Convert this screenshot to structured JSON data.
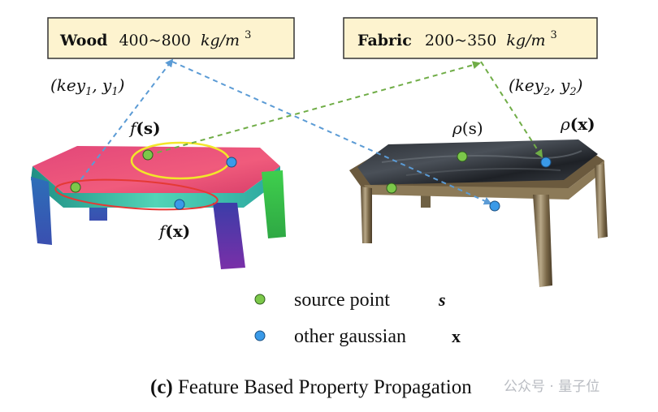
{
  "boxes": {
    "wood": {
      "name": "Wood",
      "range": "400~800",
      "unit": "kg/m",
      "exp": "3"
    },
    "fabric": {
      "name": "Fabric",
      "range": "200~350",
      "unit": "kg/m",
      "exp": "3"
    }
  },
  "labels": {
    "key1": {
      "open": "(key",
      "sub": "1",
      "mid": ", y",
      "sub2": "1",
      "close": ")"
    },
    "key2": {
      "open": "(key",
      "sub": "2",
      "mid": ", y",
      "sub2": "2",
      "close": ")"
    },
    "f_s": {
      "fn": "f",
      "arg": "(s)"
    },
    "f_x": {
      "fn": "f",
      "arg": "(x)"
    },
    "rho_s": {
      "fn": "ρ",
      "arg": "(s)"
    },
    "rho_x": {
      "fn": "ρ",
      "arg": "(x)"
    }
  },
  "legend": {
    "source": {
      "text": "source point",
      "sym": "s"
    },
    "other": {
      "text": "other gaussian",
      "sym": "x"
    }
  },
  "caption": {
    "prefix": "(c)",
    "text": " Feature Based Property Propagation"
  },
  "watermark": {
    "text": "公众号 · 量子位"
  },
  "colors": {
    "box_fill": "#fdf3cf",
    "blue_arrow": "#5b9bd5",
    "green_arrow": "#70ad47",
    "green_point": "#7cc84a",
    "blue_point": "#3a9ae8"
  }
}
